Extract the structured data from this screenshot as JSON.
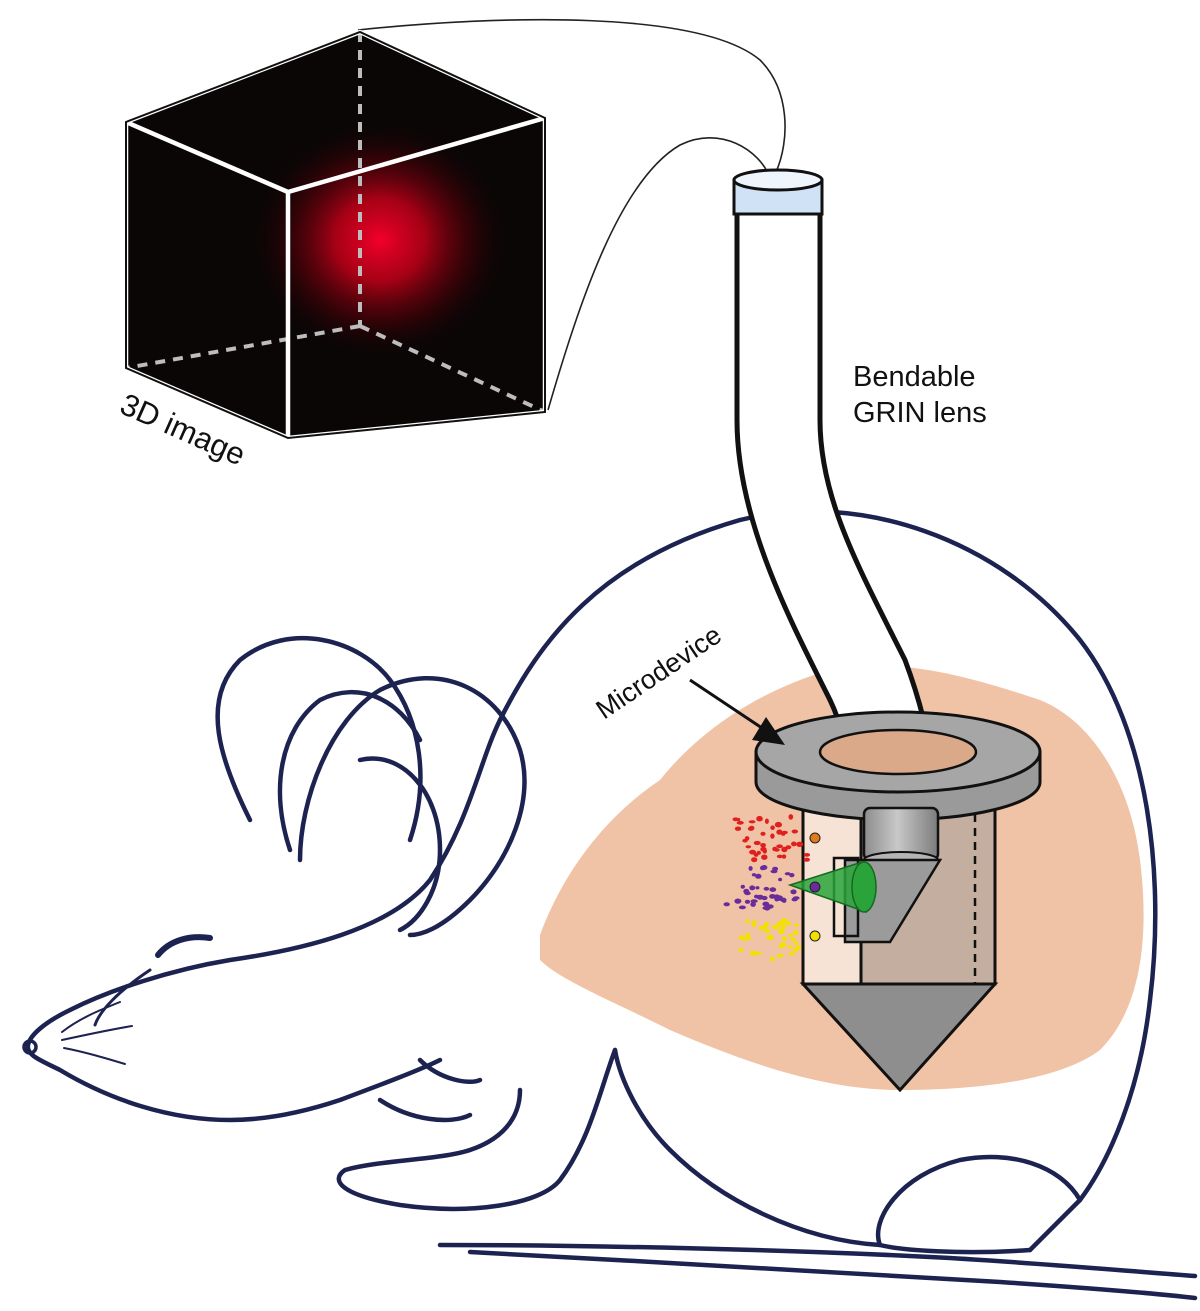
{
  "labels": {
    "image3d": "3D image",
    "lens_line1": "Bendable",
    "lens_line2": "GRIN lens",
    "microdevice": "Microdevice"
  },
  "colors": {
    "outline": "#1c2350",
    "tissue": "#f1c3a6",
    "device_gray": "#a6a6a6",
    "device_body": "#c4aea0",
    "cube_frame": "#ffffff",
    "cube_bg": "#0a0606",
    "glow": "#e0001c",
    "lens_cap": "#cfe2f6",
    "beam": "#2aa33a",
    "dot_red": "#e0201e",
    "dot_purple": "#6a2c9a",
    "dot_yellow": "#f3e000",
    "dot_orange": "#e07a1a"
  }
}
